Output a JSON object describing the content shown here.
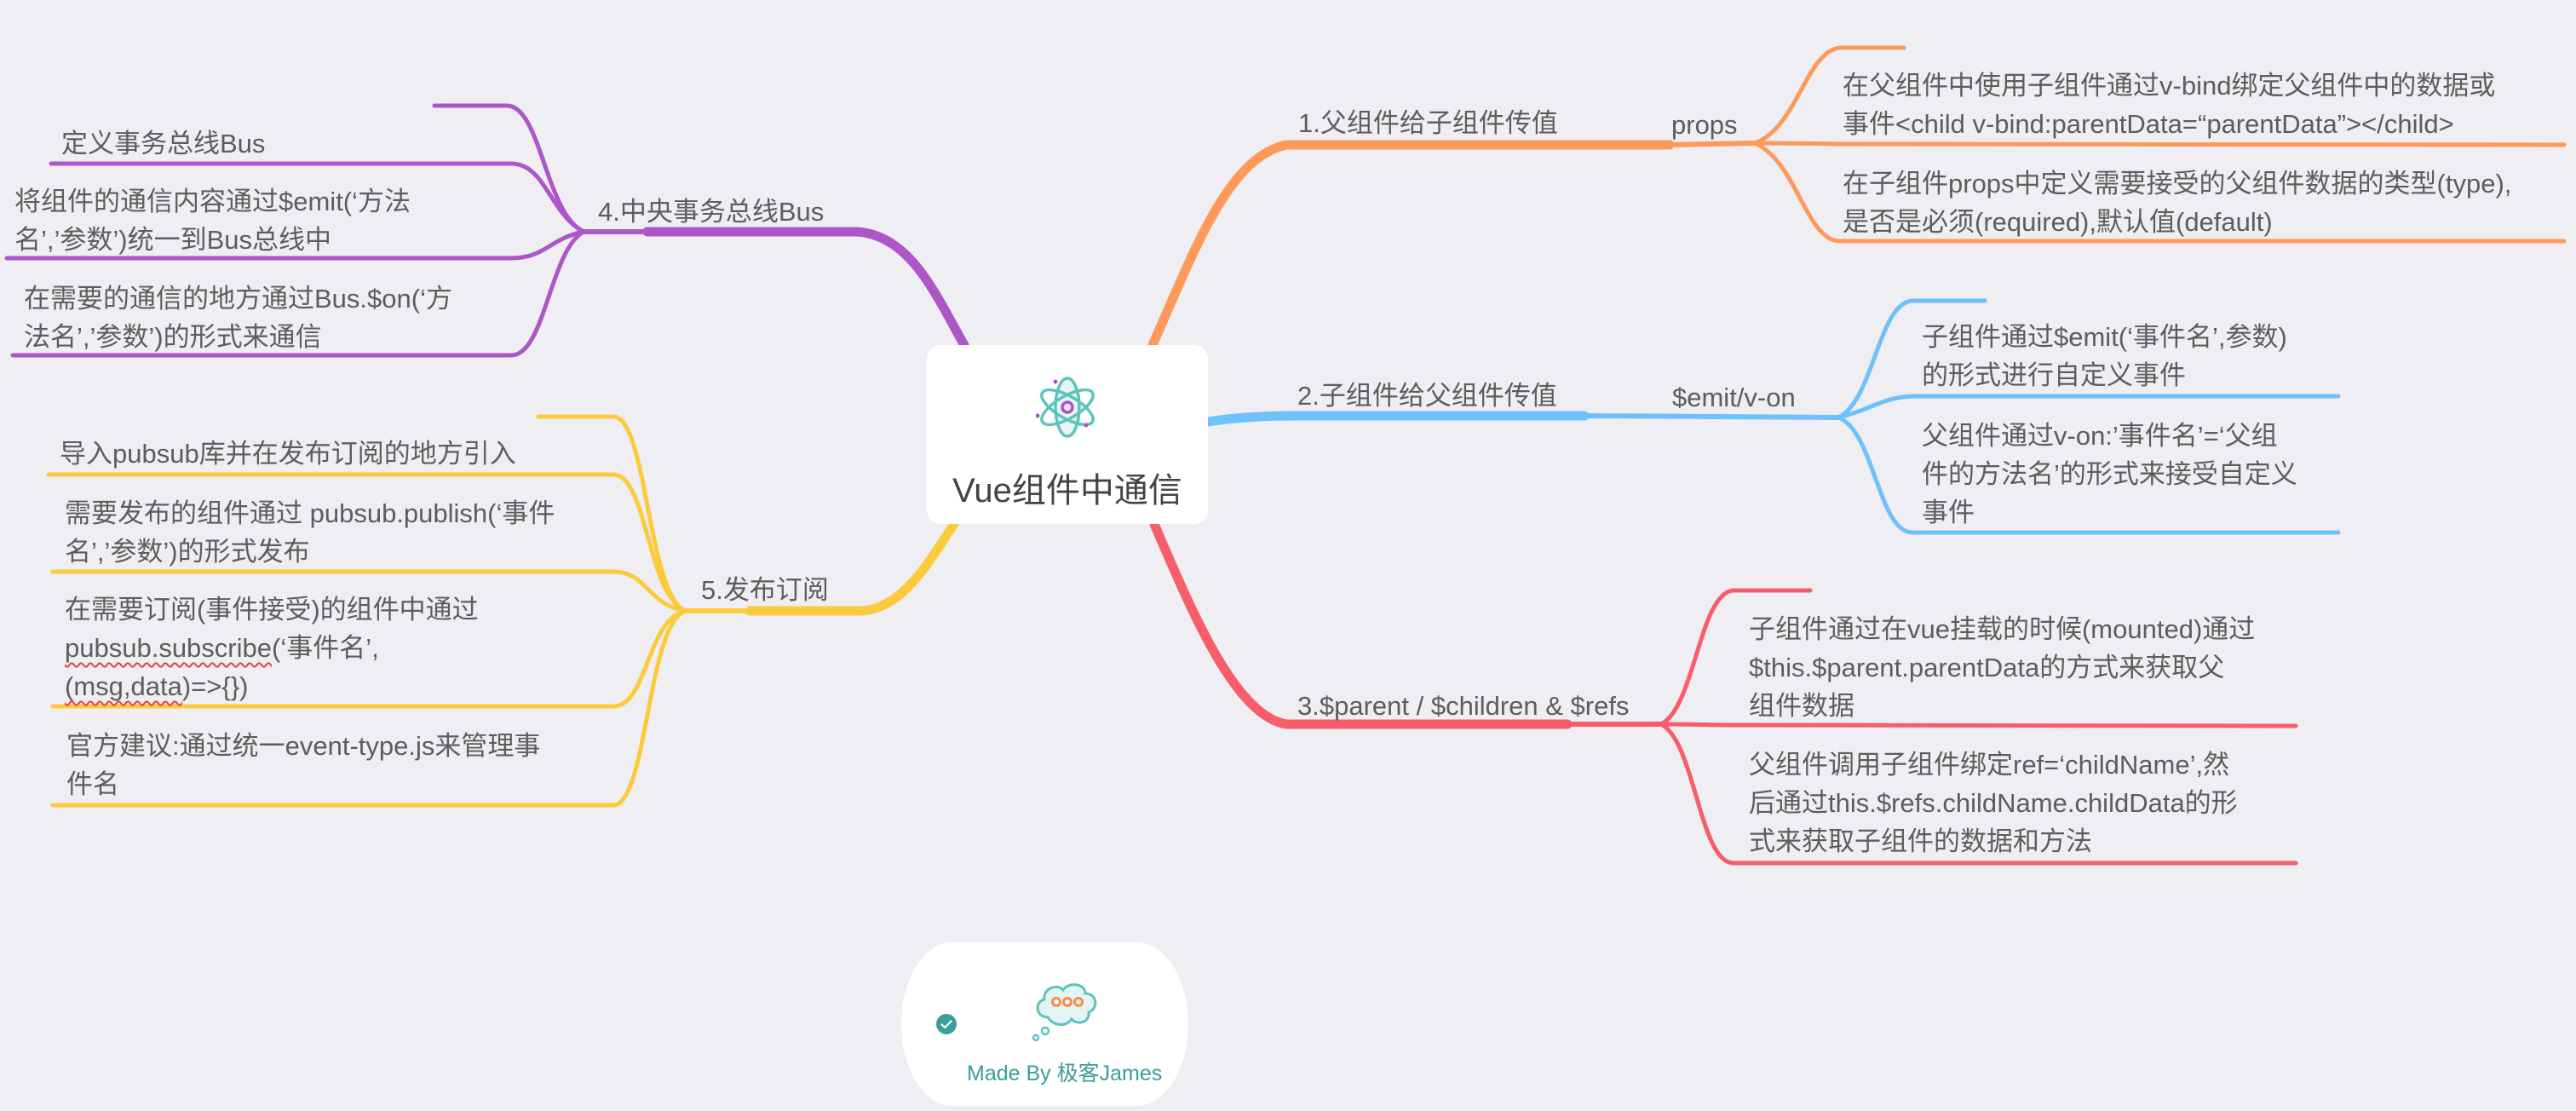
{
  "root": {
    "title": "Vue组件中通信",
    "icon": "atom-icon"
  },
  "colors": {
    "background": "#eeeef3",
    "orange": "#fd9a5a",
    "blue": "#6ec2f9",
    "red": "#f75d6b",
    "purple": "#ad56c7",
    "yellow": "#fccb3d",
    "teal": "#3a9e9c",
    "text": "#5d5d5d"
  },
  "branches": {
    "b1": {
      "label": "1.父组件给子组件传值",
      "sub": "props",
      "children": [
        {
          "line1": "在父组件中使用子组件通过v-bind绑定父组件中的数据或",
          "line2": "事件<child v-bind:parentData=“parentData”></child>"
        },
        {
          "line1": "在子组件props中定义需要接受的父组件数据的类型(type),",
          "line2": "是否是必须(required),默认值(default)"
        }
      ]
    },
    "b2": {
      "label": "2.子组件给父组件传值",
      "sub": "$emit/v-on",
      "children": [
        {
          "line1": "子组件通过$emit(‘事件名’,参数)",
          "line2": "的形式进行自定义事件"
        },
        {
          "line1": "父组件通过v-on:’事件名’=‘父组",
          "line2": "件的方法名’的形式来接受自定义",
          "line3": "事件"
        }
      ]
    },
    "b3": {
      "label": "3.$parent / $children & $refs",
      "children": [
        {
          "line1": "子组件通过在vue挂载的时候(mounted)通过",
          "line2": "$this.$parent.parentData的方式来获取父",
          "line3": "组件数据"
        },
        {
          "line1": "父组件调用子组件绑定ref=‘childName’,然",
          "line2": "后通过this.$refs.childName.childData的形",
          "line3": "式来获取子组件的数据和方法"
        }
      ]
    },
    "b4": {
      "label": "4.中央事务总线Bus",
      "children": [
        {
          "line1": "定义事务总线Bus"
        },
        {
          "line1": "将组件的通信内容通过$emit(‘方法",
          "line2": "名’,’参数’)统一到Bus总线中"
        },
        {
          "line1": "在需要的通信的地方通过Bus.$on(‘方",
          "line2": "法名’,’参数’)的形式来通信"
        }
      ]
    },
    "b5": {
      "label": "5.发布订阅",
      "children": [
        {
          "line1": "导入pubsub库并在发布订阅的地方引入"
        },
        {
          "line1": "需要发布的组件通过 pubsub.publish(‘事件",
          "line2": "名’,’参数’)的形式发布"
        },
        {
          "line1": "在需要订阅(事件接受)的组件中通过",
          "line2a": "pubsub.subscribe",
          "line2b": "(‘事件名’,",
          "line3a": "(msg,data",
          "line3b": ")=>{})"
        },
        {
          "line1": "官方建议:通过统一event-type.js来管理事",
          "line2": "件名"
        }
      ]
    }
  },
  "footer": {
    "made_by": "Made By 极客James",
    "icons": [
      "check-circle-icon",
      "thought-cloud-icon"
    ]
  }
}
